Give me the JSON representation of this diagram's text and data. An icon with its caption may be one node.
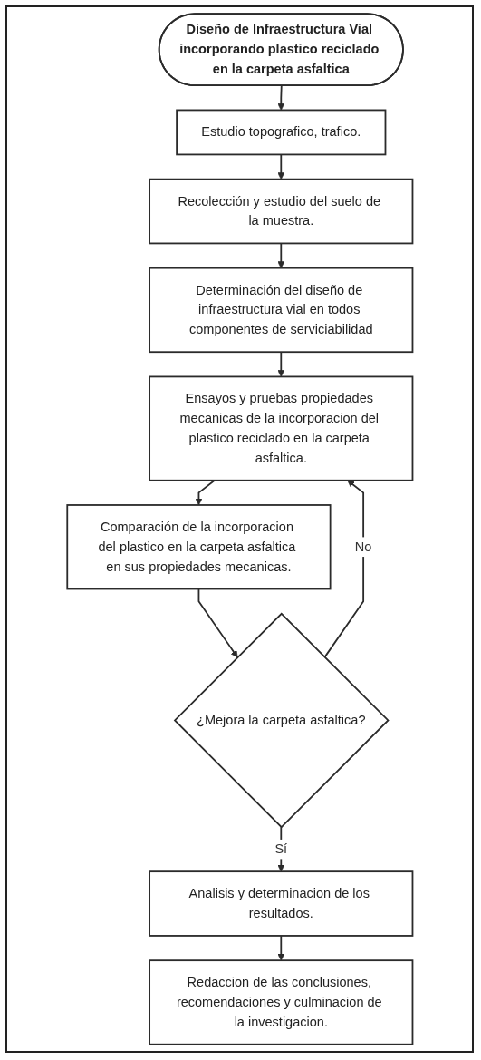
{
  "diagram": {
    "nodes": [
      {
        "text": [
          "Diseño de Infraestructura Vial incorporando plastico reciclado en la carpeta asfaltica"
        ]
      },
      {
        "text": [
          "Estudio topografico, trafico."
        ]
      },
      {
        "text": [
          "Recolección y estudio del suelo de la muestra."
        ]
      },
      {
        "text": [
          "Determinación del diseño de infraestructura vial en todos componentes de serviciabilidad"
        ]
      },
      {
        "text": [
          "Ensayos y pruebas propiedades mecanicas de la incorporacion del plastico reciclado en la carpeta asfaltica."
        ]
      },
      {
        "text": [
          "Comparación de la incorporacion del plastico en la carpeta asfaltica en sus propiedades mecanicas."
        ]
      },
      {
        "text": [
          "¿Mejora la carpeta asfaltica?"
        ]
      },
      {
        "text": [
          "Analisis y determinacion de los resultados."
        ]
      },
      {
        "text": [
          "Redaccion de las conclusiones, recomendaciones y culminacion de la investigacion."
        ]
      }
    ],
    "edges": [
      {
        "from": 0,
        "to": 1,
        "arrow": "to"
      },
      {
        "from": 1,
        "to": 2,
        "arrow": "to"
      },
      {
        "from": 2,
        "to": 3,
        "arrow": "to"
      },
      {
        "from": 3,
        "to": 4,
        "arrow": "to"
      },
      {
        "from": 4,
        "to": 5,
        "arrow": "to"
      },
      {
        "from": 5,
        "to": 6,
        "arrow": "to"
      },
      {
        "from": 6,
        "to": 4,
        "label": "No",
        "arrow": "to"
      },
      {
        "from": 6,
        "to": 7,
        "label": "Sí",
        "arrow": "to"
      },
      {
        "from": 7,
        "to": 8,
        "arrow": "to"
      }
    ]
  }
}
